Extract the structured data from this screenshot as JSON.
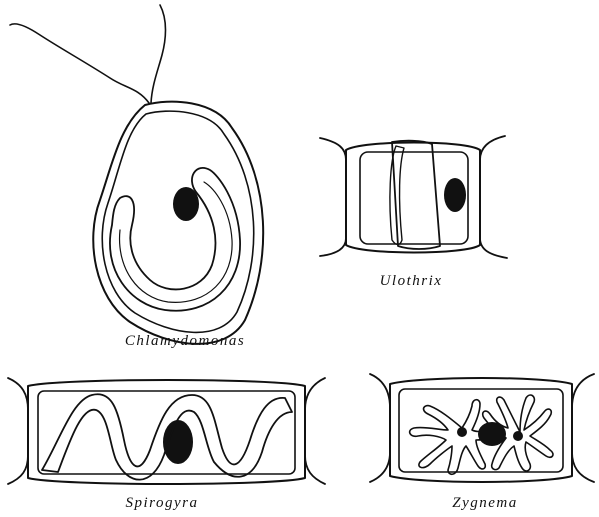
{
  "figure": {
    "panels": [
      {
        "id": "chlamydomonas",
        "label": "Chlamydomonas"
      },
      {
        "id": "ulothrix",
        "label": "Ulothrix"
      },
      {
        "id": "spirogyra",
        "label": "Spirogyra"
      },
      {
        "id": "zygnema",
        "label": "Zygnema"
      }
    ],
    "colors": {
      "ink": "#111111",
      "background": "#ffffff"
    }
  }
}
